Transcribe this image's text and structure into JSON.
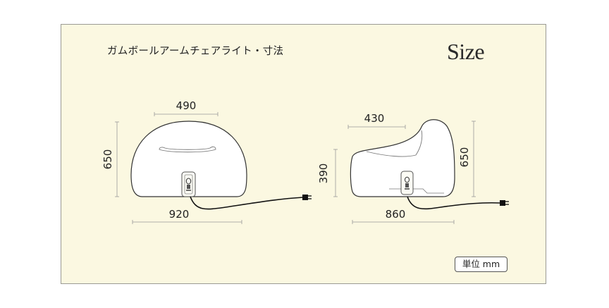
{
  "header": {
    "title": "ガムボールアームチェアライト・寸法",
    "size_label": "Size"
  },
  "front_view": {
    "width_top": "490",
    "height": "650",
    "width_bottom": "920"
  },
  "side_view": {
    "depth_top": "430",
    "seat_height": "390",
    "height": "650",
    "depth_bottom": "860"
  },
  "footer": {
    "unit_label": "単位 mm"
  }
}
